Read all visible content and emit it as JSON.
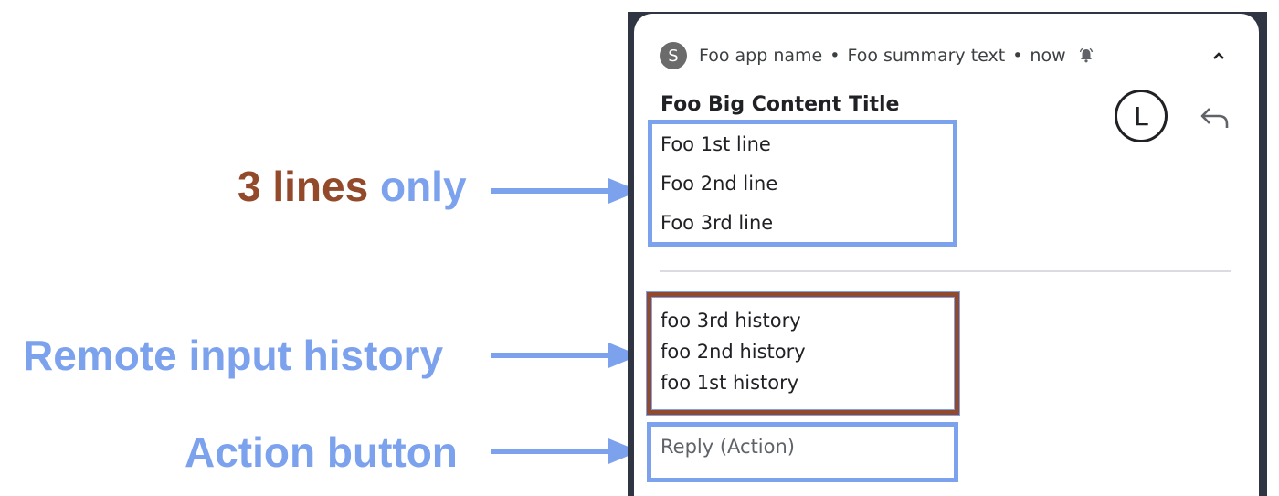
{
  "annotations": {
    "three_lines_part1": "3 lines",
    "three_lines_part2": "only",
    "remote_input_history": "Remote input history",
    "action_button": "Action button"
  },
  "notification": {
    "app_icon_letter": "S",
    "app_name": "Foo app name",
    "separator": "•",
    "summary_text": "Foo summary text",
    "time": "now",
    "big_content_title": "Foo Big Content Title",
    "avatar_letter": "L",
    "lines": [
      "Foo 1st line",
      "Foo 2nd line",
      "Foo 3rd line"
    ],
    "history": [
      "foo 3rd history",
      "foo 2nd history",
      "foo 1st history"
    ],
    "action_label": "Reply (Action)",
    "icons": [
      "bell-icon",
      "chevron-up-icon",
      "reply-icon"
    ]
  },
  "colors": {
    "annotation_blue": "#7ca2ee",
    "annotation_brown": "#934a2a",
    "frame_dark": "#2f3542"
  }
}
